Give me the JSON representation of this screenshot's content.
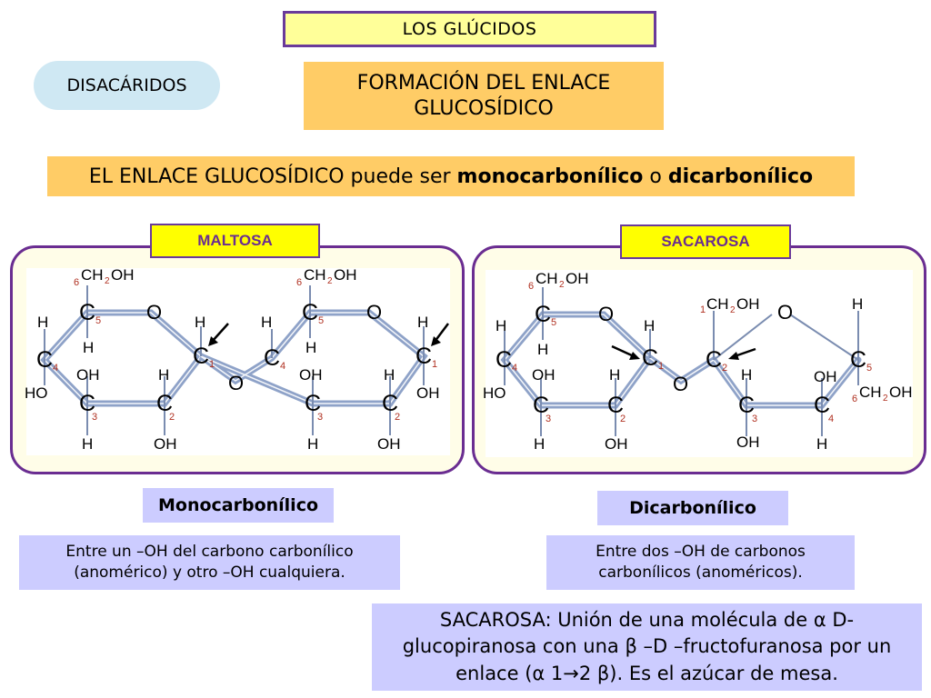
{
  "header": {
    "title": "LOS GLÚCIDOS"
  },
  "section_pill": "DISACÁRIDOS",
  "heading": {
    "line1": "FORMACIÓN DEL ENLACE",
    "line2": "GLUCOSÍDICO"
  },
  "band": {
    "prefix": "EL ENLACE GLUCOSÍDICO puede ser ",
    "term1": "monocarbonílico",
    "middle": " o ",
    "term2": "dicarbonílico"
  },
  "maltosa": {
    "tag": "MALTOSA",
    "type_label": "Monocarbonílico",
    "desc_line1": "Entre un –OH del carbono carbonílico",
    "desc_line2": "(anomérico) y otro –OH cualquiera."
  },
  "sacarosa": {
    "tag": "SACAROSA",
    "type_label": "Dicarbonílico",
    "desc_line1": "Entre dos –OH de carbonos",
    "desc_line2": "carbonílicos (anoméricos)."
  },
  "footer_note": {
    "line1": "SACAROSA: Unión de una molécula de α D-",
    "line2": "glucopiranosa con una β –D –fructofuranosa por un",
    "line3": "enlace (α 1→2 β). Es el azúcar de mesa."
  },
  "atoms": {
    "C": "C",
    "O": "O",
    "H": "H",
    "OH": "OH",
    "HO": "HO",
    "CH": "CH",
    "OH_tail": "OH",
    "sub2": "2",
    "n1": "1",
    "n2": "2",
    "n3": "3",
    "n4": "4",
    "n5": "5",
    "n6": "6"
  }
}
